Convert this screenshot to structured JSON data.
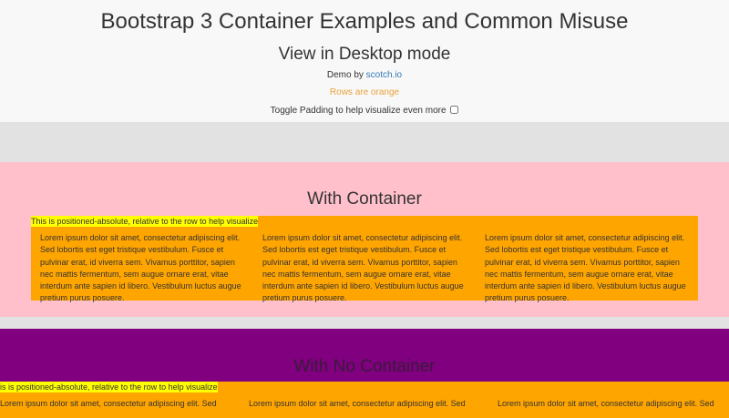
{
  "header": {
    "title": "Bootstrap 3 Container Examples and Common Misuse",
    "subtitle": "View in Desktop mode",
    "demo_prefix": "Demo by ",
    "demo_link": "scotch.io",
    "rows_note": "Rows are orange",
    "toggle_label": "Toggle Padding to help visualize even more",
    "toggle_checked": false
  },
  "with_container": {
    "heading": "With Container",
    "label": "This is positioned-absolute, relative to the row to help visualize",
    "columns": [
      "Lorem ipsum dolor sit amet, consectetur adipiscing elit. Sed lobortis est eget tristique vestibulum. Fusce et pulvinar erat, id viverra sem. Vivamus porttitor, sapien nec mattis fermentum, sem augue ornare erat, vitae interdum ante sapien id libero. Vestibulum luctus augue pretium purus posuere.",
      "Lorem ipsum dolor sit amet, consectetur adipiscing elit. Sed lobortis est eget tristique vestibulum. Fusce et pulvinar erat, id viverra sem. Vivamus porttitor, sapien nec mattis fermentum, sem augue ornare erat, vitae interdum ante sapien id libero. Vestibulum luctus augue pretium purus posuere.",
      "Lorem ipsum dolor sit amet, consectetur adipiscing elit. Sed lobortis est eget tristique vestibulum. Fusce et pulvinar erat, id viverra sem. Vivamus porttitor, sapien nec mattis fermentum, sem augue ornare erat, vitae interdum ante sapien id libero. Vestibulum luctus augue pretium purus posuere."
    ]
  },
  "no_container": {
    "heading": "With No Container",
    "label": "is is positioned-absolute, relative to the row to help visualize",
    "columns": [
      "Lorem ipsum dolor sit amet, consectetur adipiscing elit. Sed",
      "Lorem ipsum dolor sit amet, consectetur adipiscing elit. Sed",
      "Lorem ipsum dolor sit amet, consectetur adipiscing elit. Sed"
    ]
  },
  "colors": {
    "row": "#ffa500",
    "container_bg": "#ffc0cb",
    "no_container_bg": "#800080",
    "label_bg": "#ffff00"
  }
}
